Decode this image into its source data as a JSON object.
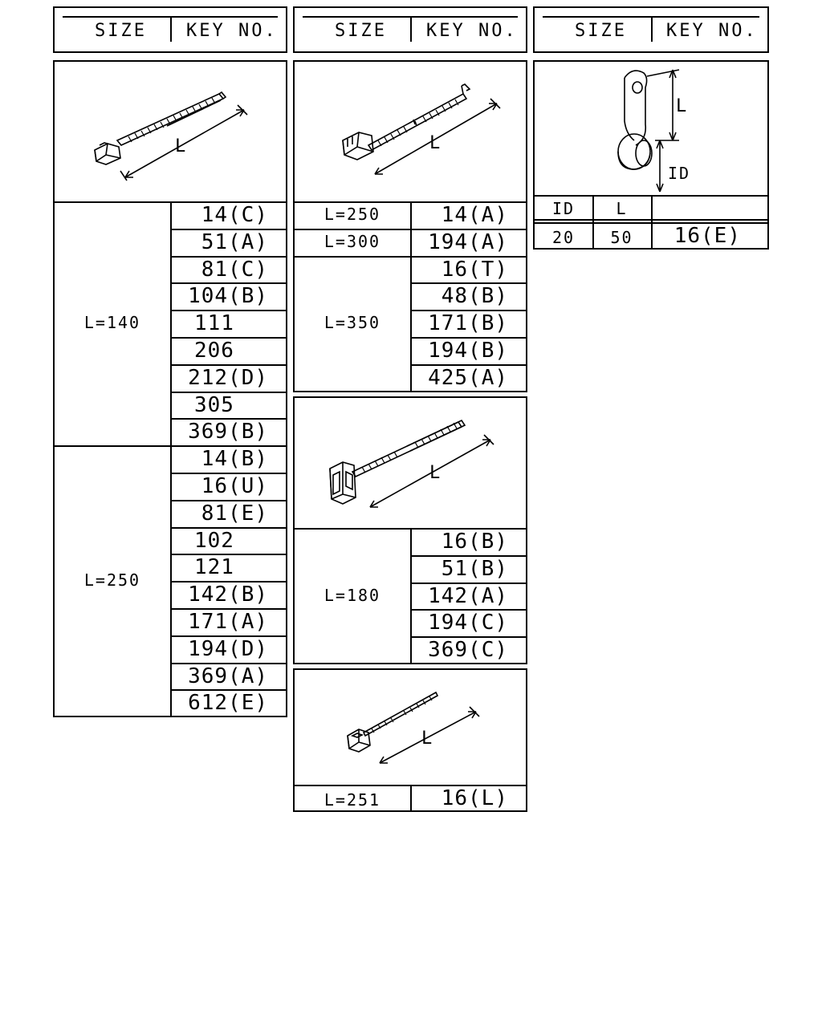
{
  "header": {
    "size_label": "SIZE",
    "key_label": "KEY NO."
  },
  "col1": {
    "groups": [
      {
        "size": "L=140",
        "keys": [
          "14(C)",
          "51(A)",
          "81(C)",
          "104(B)",
          "111",
          "206",
          "212(D)",
          "305",
          "369(B)"
        ]
      },
      {
        "size": "L=250",
        "keys": [
          "14(B)",
          "16(U)",
          "81(E)",
          "102",
          "121",
          "142(B)",
          "171(A)",
          "194(D)",
          "369(A)",
          "612(E)"
        ]
      }
    ]
  },
  "col2a": {
    "rows": [
      {
        "size": "L=250",
        "keys": [
          "14(A)"
        ]
      },
      {
        "size": "L=300",
        "keys": [
          "194(A)"
        ]
      },
      {
        "size": "L=350",
        "keys": [
          "16(T)",
          "48(B)",
          "171(B)",
          "194(B)",
          "425(A)"
        ]
      }
    ]
  },
  "col2b": {
    "size": "L=180",
    "keys": [
      "16(B)",
      "51(B)",
      "142(A)",
      "194(C)",
      "369(C)"
    ]
  },
  "col2c": {
    "size": "L=251",
    "key": "16(L)"
  },
  "col3": {
    "headers": [
      "ID",
      "L"
    ],
    "row": {
      "id": "20",
      "l": "50",
      "key": "16(E)"
    }
  },
  "labels": {
    "dim_l": "L",
    "dim_id": "ID"
  }
}
